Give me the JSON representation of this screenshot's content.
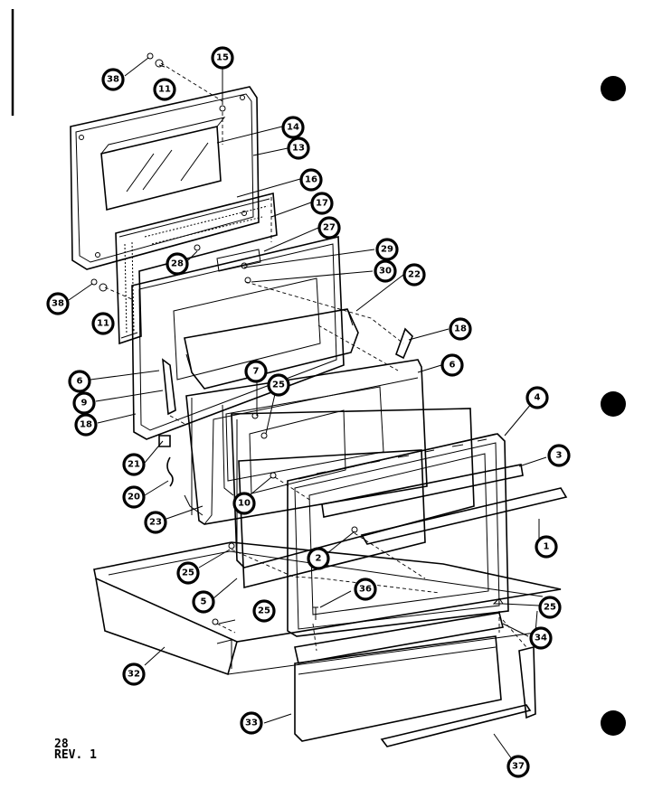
{
  "callouts": [
    "38",
    "11",
    "15",
    "14",
    "13",
    "16",
    "17",
    "27",
    "28",
    "29",
    "30",
    "22",
    "18",
    "38",
    "11",
    "6",
    "9",
    "18",
    "6",
    "7",
    "25",
    "4",
    "3",
    "21",
    "20",
    "23",
    "10",
    "2",
    "1",
    "25",
    "5",
    "25",
    "36",
    "25",
    "34",
    "32",
    "33",
    "37"
  ],
  "footer": {
    "page": "28",
    "revision": "REV. 1"
  }
}
